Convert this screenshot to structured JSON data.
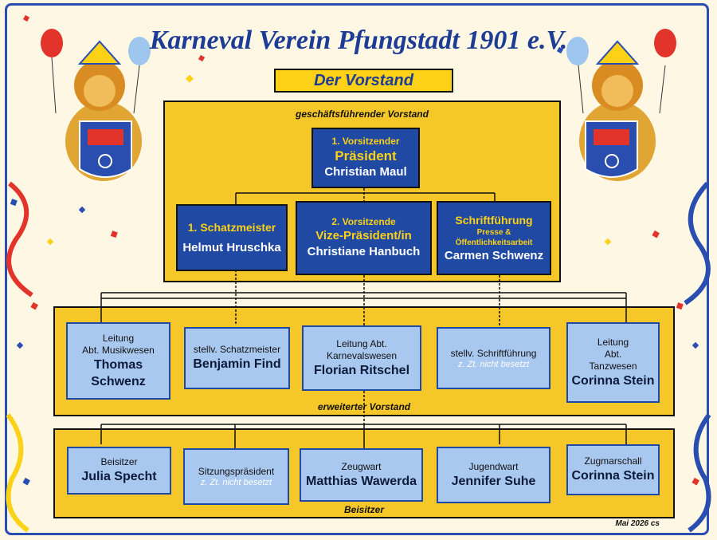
{
  "header": {
    "title": "Karneval Verein Pfungstadt 1901 e.V.",
    "subtitle": "Der Vorstand"
  },
  "executive_board": {
    "label": "geschäftsführender Vorstand",
    "president": {
      "role_line1": "1. Vorsitzender",
      "role_line2": "Präsident",
      "name": "Christian Maul"
    },
    "treasurer": {
      "role": "1. Schatzmeister",
      "name": "Helmut Hruschka"
    },
    "vice": {
      "role_line1": "2. Vorsitzende",
      "role_line2": "Vize-Präsident/in",
      "name": "Christiane Hanbuch"
    },
    "secretary": {
      "role_line1": "Schriftführung",
      "role_line2": "Presse &",
      "role_line3": "Öffentlichkeitsarbeit",
      "name": "Carmen Schwenz"
    }
  },
  "extended_board": {
    "label": "erweiterter Vorstand",
    "members": [
      {
        "role_line1": "Leitung",
        "role_line2": "Abt. Musikwesen",
        "name_line1": "Thomas",
        "name_line2": "Schwenz"
      },
      {
        "role_line1": "stellv. Schatzmeister",
        "name_line1": "Benjamin Find"
      },
      {
        "role_line1": "Leitung Abt.",
        "role_line2": "Karnevalswesen",
        "name_line1": "Florian Ritschel"
      },
      {
        "role_line1": "stellv. Schriftführung",
        "note": "z. Zt. nicht besetzt"
      },
      {
        "role_line1": "Leitung",
        "role_line2": "Abt.",
        "role_line3": "Tanzwesen",
        "name_line1": "Corinna Stein"
      }
    ]
  },
  "assessors": {
    "label": "Beisitzer",
    "members": [
      {
        "role": "Beisitzer",
        "name": "Julia Specht"
      },
      {
        "role": "Sitzungspräsident",
        "note": "z. Zt. nicht besetzt"
      },
      {
        "role": "Zeugwart",
        "name": "Matthias Wawerda"
      },
      {
        "role": "Jugendwart",
        "name": "Jennifer Suhe"
      },
      {
        "role": "Zugmarschall",
        "name": "Corinna Stein"
      }
    ]
  },
  "footer": {
    "stand": "Mai 2026 cs"
  },
  "colors": {
    "dark_blue": "#1f49a2",
    "yellow": "#f6c728",
    "light_blue": "#a9c8f0",
    "title_blue": "#1d3c95"
  },
  "icons": {
    "left_mascot": "carnival-lion-mascot-icon",
    "right_mascot": "carnival-lion-mascot-icon"
  }
}
